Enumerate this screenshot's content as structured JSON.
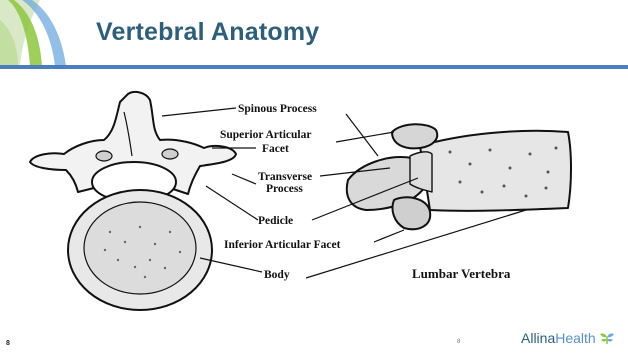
{
  "slide": {
    "title": "Vertebral Anatomy",
    "slide_number": "8",
    "center_number": "8"
  },
  "diagram": {
    "labels": {
      "spinous_process": "Spinous Process",
      "superior_articular_line1": "Superior Articular",
      "superior_articular_line2": "Facet",
      "transverse_line1": "Transverse",
      "transverse_line2": "Process",
      "pedicle": "Pedicle",
      "inferior_articular_facet": "Inferior Articular Facet",
      "body": "Body"
    },
    "caption": "Lumbar Vertebra"
  },
  "logo": {
    "name_part1": "Allina",
    "name_part2": "Health",
    "icon": "allina-health-leaf-icon"
  },
  "colors": {
    "title": "#2f5e78",
    "rule": "#4a7ebf",
    "deco_green": "#8dc63f",
    "deco_blue": "#6fa8dc"
  }
}
